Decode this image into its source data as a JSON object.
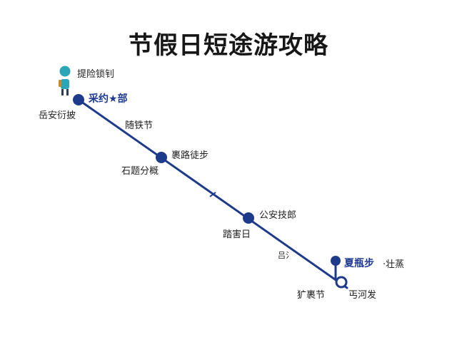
{
  "title": "节假日短途游攻略",
  "colors": {
    "route_line": "#1e3a8a",
    "station": "#1e3a8a",
    "traveler_head": "#2aa6b8",
    "traveler_body": "#2aa6b8",
    "highlight_text": "#1f3a93"
  },
  "icons": {
    "traveler": "person-with-backpack-icon",
    "end_marker": "ring-marker-icon",
    "arrow": "arrow-icon"
  },
  "labels": {
    "traveler_note": "提险锁钊",
    "start_name": "采约★部",
    "start_sub": "岳安衍披",
    "seg1": "随铁节",
    "s2_name": "裹路徒步",
    "s2_sub": "石题分概",
    "s3_name": "公安技郎",
    "s3_sub": "踏害日",
    "seg3": "吕氵",
    "s4_name": "夏瓶步",
    "s4_extra": "·壮蒸",
    "end_left": "犷裹节",
    "end_right": "丐河发"
  }
}
